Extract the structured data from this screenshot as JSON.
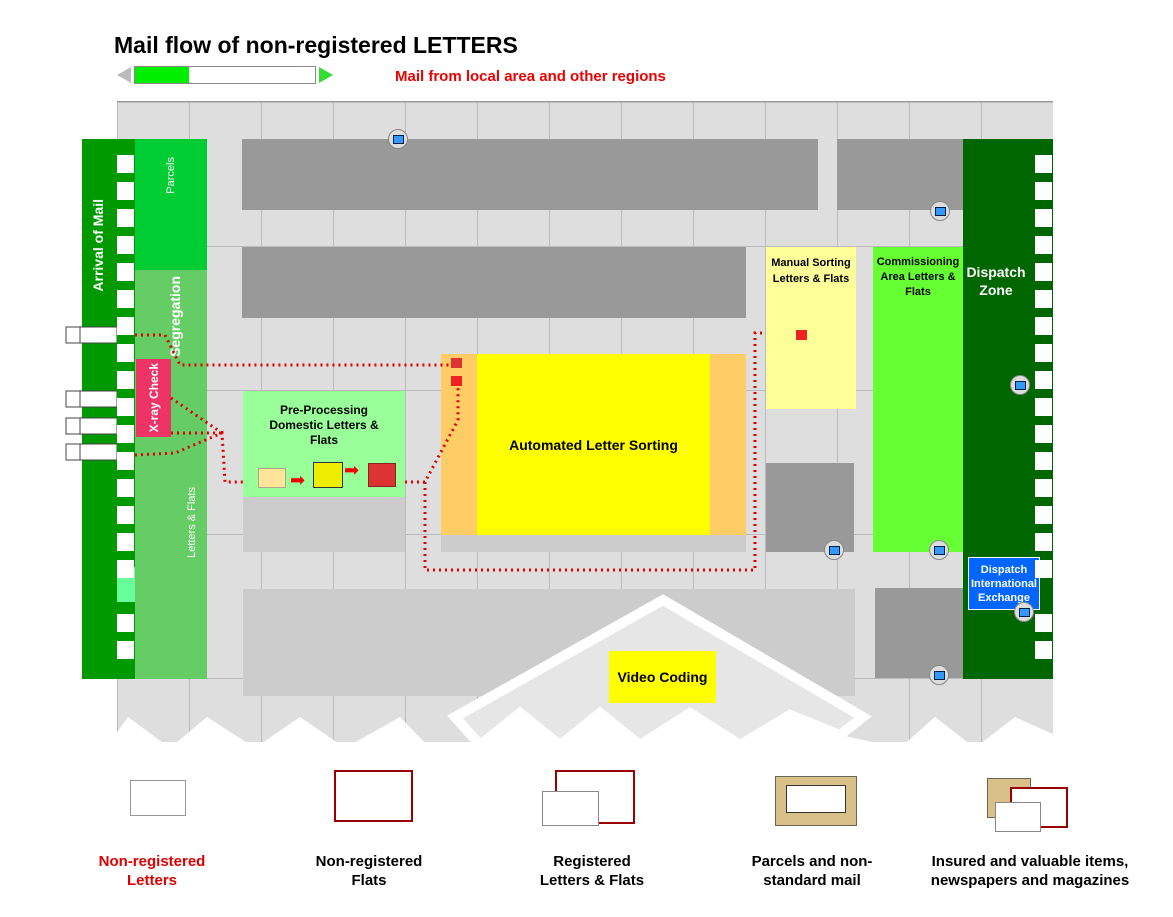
{
  "header": {
    "title": "Mail flow of non-registered LETTERS",
    "subtitle": "Mail from local area and other regions",
    "progress_percent": 30
  },
  "zones": {
    "arrival": "Arrival of Mail",
    "parcels": "Parcels",
    "segregation": "Segregation",
    "xray": "X-ray Check",
    "letters_flats": "Letters & Flats",
    "preprocessing": "Pre-Processing Domestic Letters & Flats",
    "automated": "Automated Letter Sorting",
    "manual": "Manual Sorting Letters & Flats",
    "commissioning": "Commissioning Area Letters & Flats",
    "dispatch": "Dispatch Zone",
    "dispatch_intl": "Dispatch International Exchange",
    "video": "Video Coding"
  },
  "legend": [
    {
      "label": "Non-registered Letters",
      "active": true
    },
    {
      "label": "Non-registered Flats",
      "active": false
    },
    {
      "label": "Registered Letters & Flats",
      "active": false
    },
    {
      "label": "Parcels and non-standard mail",
      "active": false
    },
    {
      "label": "Insured and valuable items, newspapers and magazines",
      "active": false
    }
  ],
  "colors": {
    "flow": "#e00000",
    "active_label": "#e00000"
  }
}
